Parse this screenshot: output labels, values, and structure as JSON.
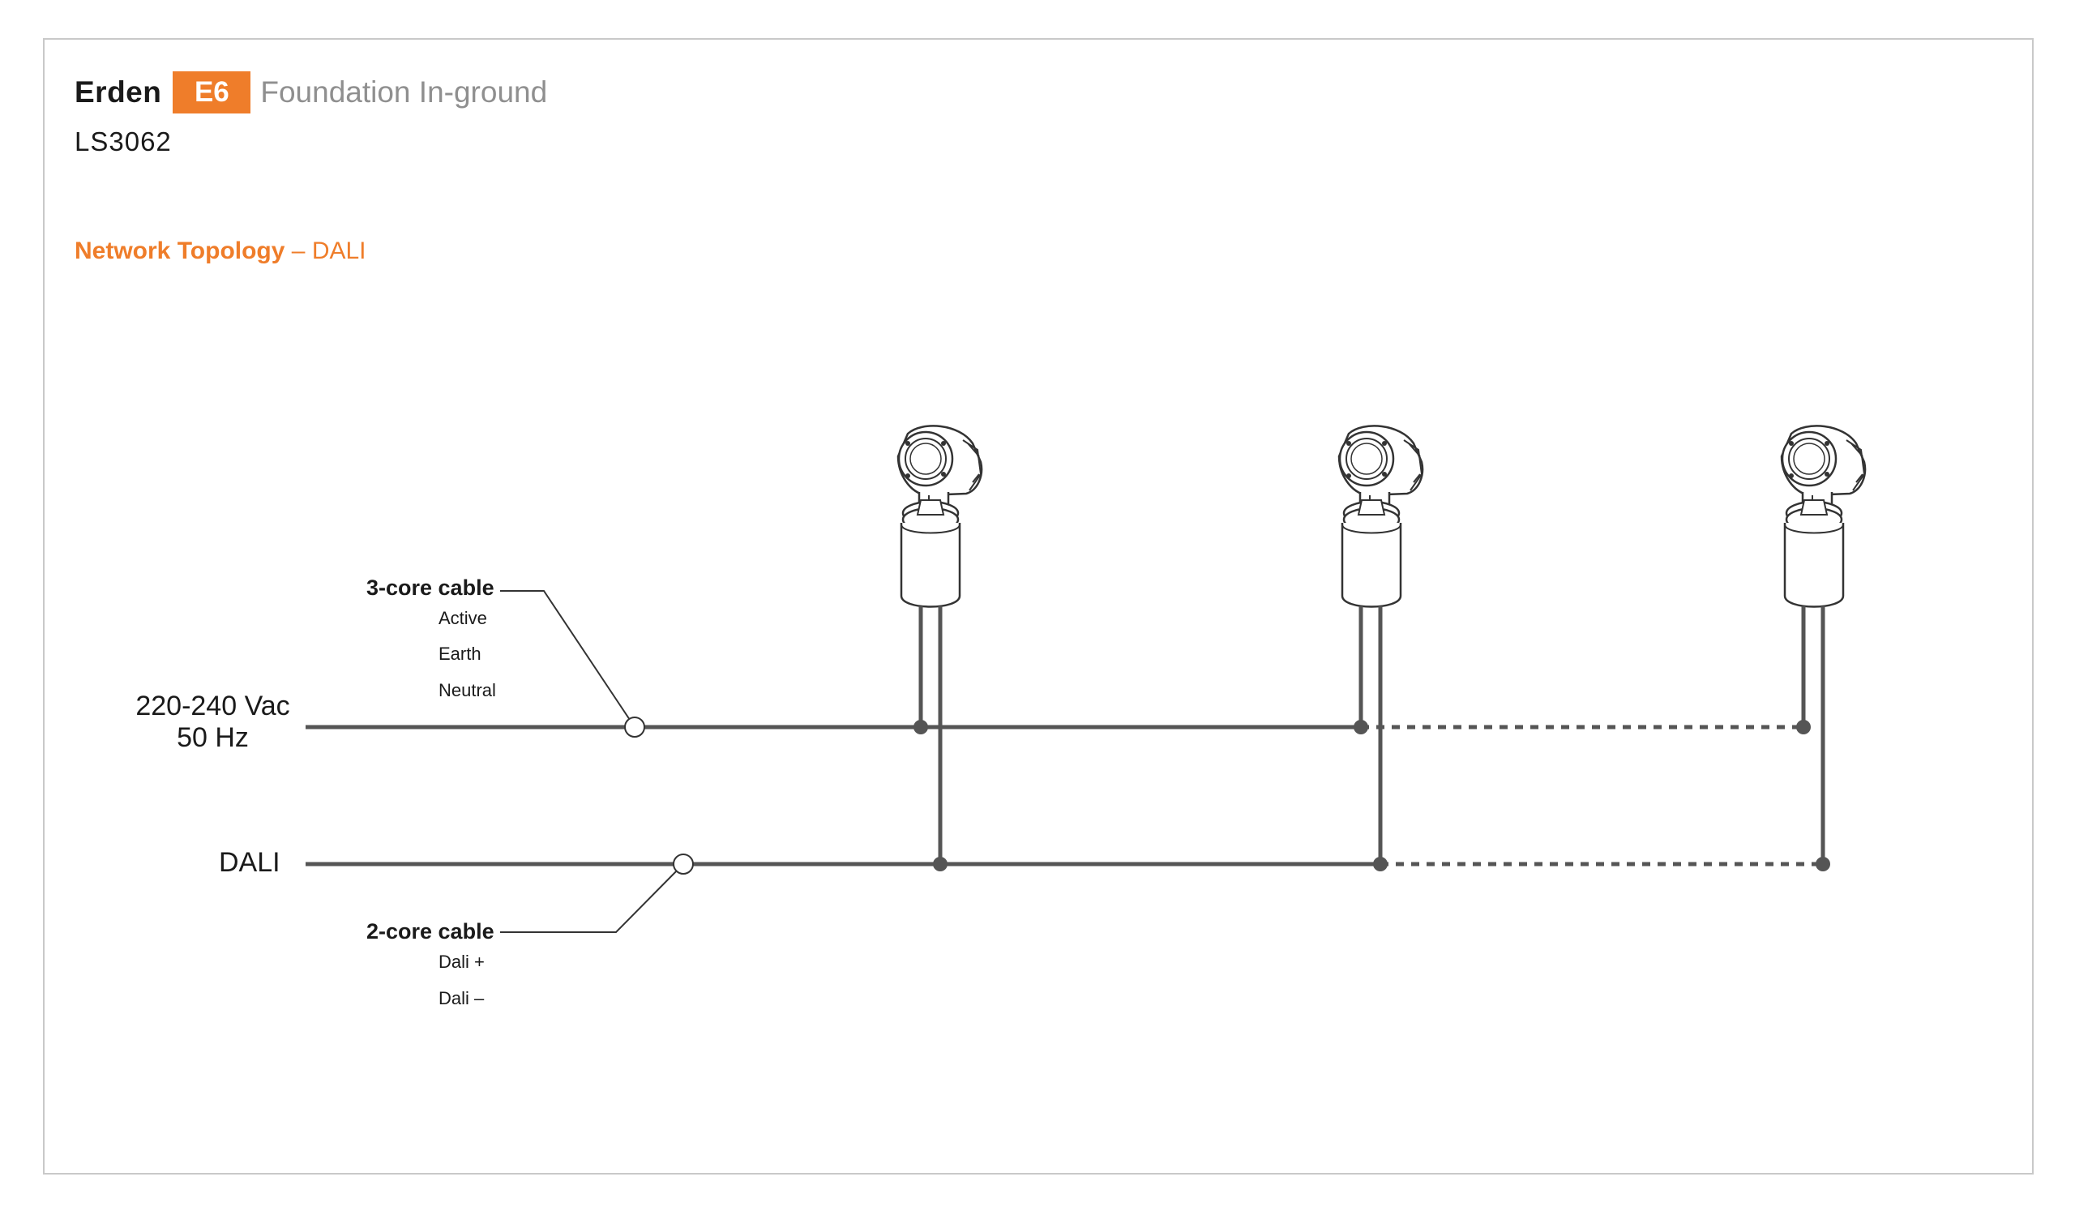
{
  "header": {
    "brand": "Erden",
    "badge": "E6",
    "product": "Foundation In-ground",
    "code": "LS3062"
  },
  "section": {
    "title": "Network Topology",
    "subtitle": "– DALI"
  },
  "power_bus": {
    "label_line1": "220-240 Vac",
    "label_line2": "50 Hz"
  },
  "dali_bus": {
    "label": "DALI"
  },
  "cable_3core": {
    "title": "3-core cable",
    "cores": [
      "Active",
      "Earth",
      "Neutral"
    ]
  },
  "cable_2core": {
    "title": "2-core cable",
    "cores": [
      "Dali +",
      "Dali –"
    ]
  },
  "colors": {
    "accent": "#ef7d2a",
    "line": "#555555",
    "frame": "#c9c9c9"
  },
  "fixtures": [
    "light-fixture-1",
    "light-fixture-2",
    "light-fixture-3"
  ]
}
